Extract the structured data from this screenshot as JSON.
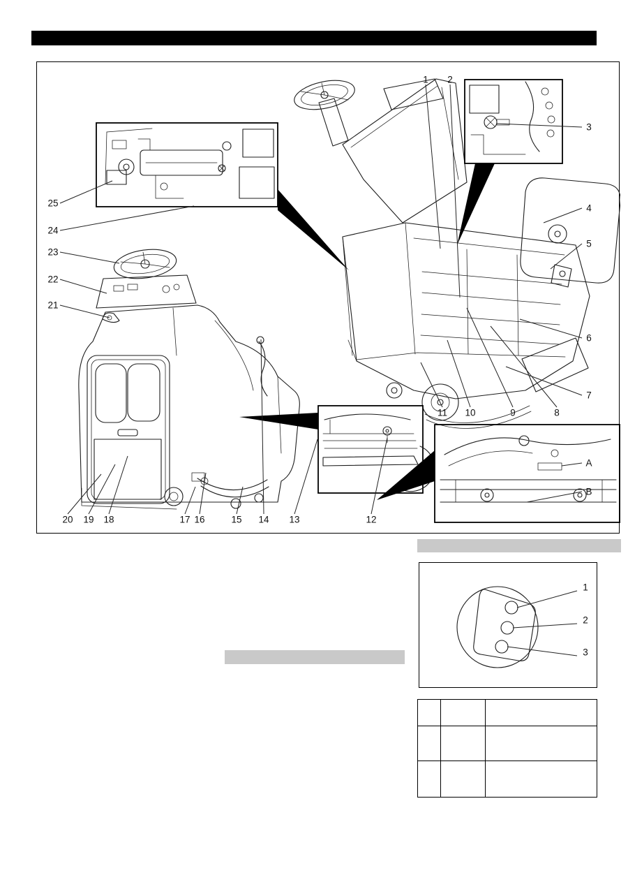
{
  "figure": {
    "callouts": {
      "n1": "1",
      "n2": "2",
      "n3": "3",
      "n4": "4",
      "n5": "5",
      "n6": "6",
      "n7": "7",
      "n8": "8",
      "n9": "9",
      "n10": "10",
      "n11": "11",
      "n12": "12",
      "n13": "13",
      "n14": "14",
      "n15": "15",
      "n16": "16",
      "n17": "17",
      "n18": "18",
      "n19": "19",
      "n20": "20",
      "n21": "21",
      "n22": "22",
      "n23": "23",
      "n24": "24",
      "n25": "25",
      "A": "A",
      "B": "B"
    }
  },
  "key_figure": {
    "callouts": {
      "k1": "1",
      "k2": "2",
      "k3": "3"
    }
  },
  "table": {
    "rows": [
      [
        "",
        "",
        ""
      ],
      [
        "",
        "",
        ""
      ],
      [
        "",
        "",
        ""
      ]
    ]
  }
}
